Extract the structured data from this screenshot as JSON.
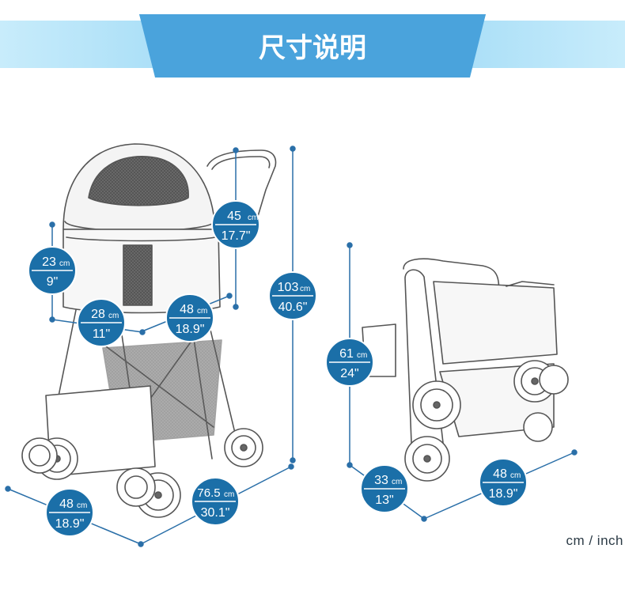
{
  "banner": {
    "title": "尺寸说明",
    "color_light": "#8fd3f4",
    "color_dark": "#4aa3dc"
  },
  "colors": {
    "badge": "#1b6fa8",
    "badge_stroke": "#ffffff",
    "dim_line": "#2a6fa8",
    "drawing": "#555555"
  },
  "unit_legend": "cm / inch",
  "dimensions": {
    "handle_width": {
      "cm": "45",
      "inch": "17.7\""
    },
    "basket_height": {
      "cm": "23",
      "inch": "9\""
    },
    "basket_depth": {
      "cm": "28",
      "inch": "11\""
    },
    "basket_length": {
      "cm": "48",
      "inch": "18.9\""
    },
    "total_height": {
      "cm": "103",
      "inch": "40.6\""
    },
    "base_width": {
      "cm": "48",
      "inch": "18.9\""
    },
    "base_length": {
      "cm": "76.5",
      "inch": "30.1\""
    },
    "folded_height": {
      "cm": "61",
      "inch": "24\""
    },
    "folded_depth": {
      "cm": "33",
      "inch": "13\""
    },
    "folded_width": {
      "cm": "48",
      "inch": "18.9\""
    }
  }
}
